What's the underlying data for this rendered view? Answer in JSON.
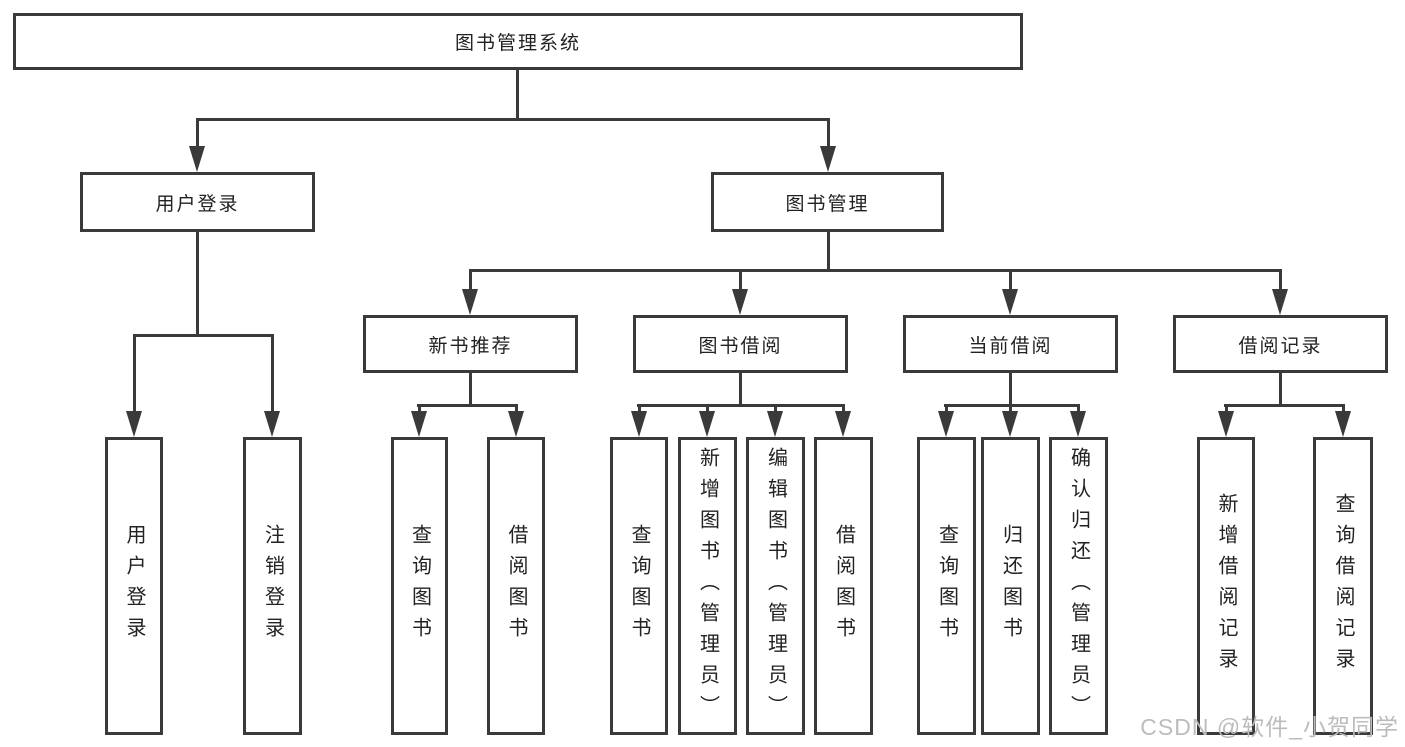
{
  "diagram": {
    "tree": {
      "root": {
        "label": "图书管理系统"
      },
      "children": [
        {
          "label": "用户登录",
          "children": [
            {
              "label": "用户登录"
            },
            {
              "label": "注销登录"
            }
          ]
        },
        {
          "label": "图书管理",
          "children": [
            {
              "label": "新书推荐",
              "children": [
                {
                  "label": "查询图书"
                },
                {
                  "label": "借阅图书"
                }
              ]
            },
            {
              "label": "图书借阅",
              "children": [
                {
                  "label": "查询图书"
                },
                {
                  "label": "新增图书（管理员）"
                },
                {
                  "label": "编辑图书（管理员）"
                },
                {
                  "label": "借阅图书"
                }
              ]
            },
            {
              "label": "当前借阅",
              "children": [
                {
                  "label": "查询图书"
                },
                {
                  "label": "归还图书"
                },
                {
                  "label": "确认归还（管理员）"
                }
              ]
            },
            {
              "label": "借阅记录",
              "children": [
                {
                  "label": "新增借阅记录"
                },
                {
                  "label": "查询借阅记录"
                }
              ]
            }
          ]
        }
      ]
    },
    "colors": {
      "line": "#3a3a3a",
      "text": "#222222",
      "background": "#ffffff",
      "watermark_text": "#bcbcbc"
    }
  },
  "watermark": {
    "text": "CSDN @软件_小贺同学"
  }
}
